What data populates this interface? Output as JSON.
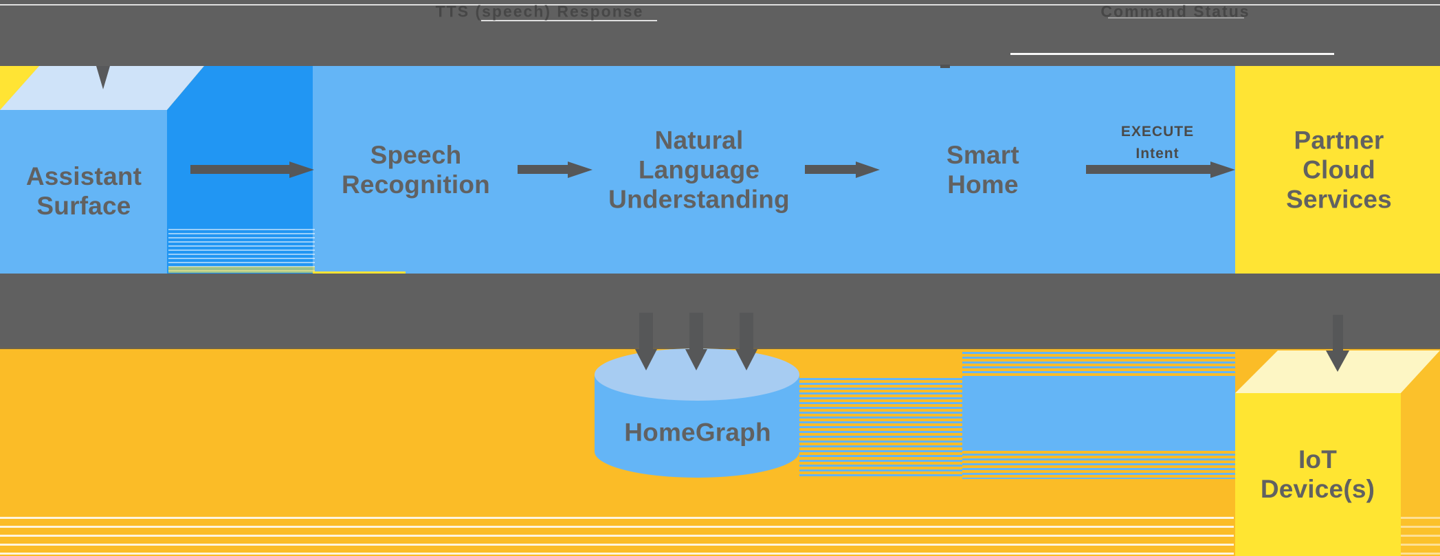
{
  "diagram": {
    "return_path": {
      "tts_label": "TTS (speech) Response",
      "command_status_label": "Command Status"
    },
    "nodes": {
      "assistant_surface": {
        "lines": [
          "Assistant",
          "Surface"
        ]
      },
      "speech_recognition": {
        "lines": [
          "Speech",
          "Recognition"
        ]
      },
      "natural_language_understanding": {
        "lines": [
          "Natural",
          "Language",
          "Understanding"
        ]
      },
      "smart_home": {
        "lines": [
          "Smart",
          "Home"
        ]
      },
      "partner_cloud_services": {
        "lines": [
          "Partner",
          "Cloud",
          "Services"
        ]
      },
      "homegraph": {
        "lines": [
          "HomeGraph"
        ]
      },
      "iot_devices": {
        "lines": [
          "IoT",
          "Device(s)"
        ]
      }
    },
    "edges": {
      "execute_intent": {
        "lines": [
          "EXECUTE",
          "Intent"
        ]
      }
    },
    "colors": {
      "assistant_blue": "#64b5f6",
      "assistant_blue_bright": "#2196f3",
      "assistant_blue_pale": "#cfe3f9",
      "homegraph_top_blue": "#a7ccf2",
      "partner_yellow": "#ffe434",
      "iot_yellow_front": "#ffe532",
      "iot_yellow_top": "#fdf6c4",
      "iot_yellow_side": "#fbc12b",
      "background_orange": "#fbbc27",
      "band_gray": "#606060",
      "arrow_gray": "#565758",
      "label_gray": "#616161"
    }
  }
}
